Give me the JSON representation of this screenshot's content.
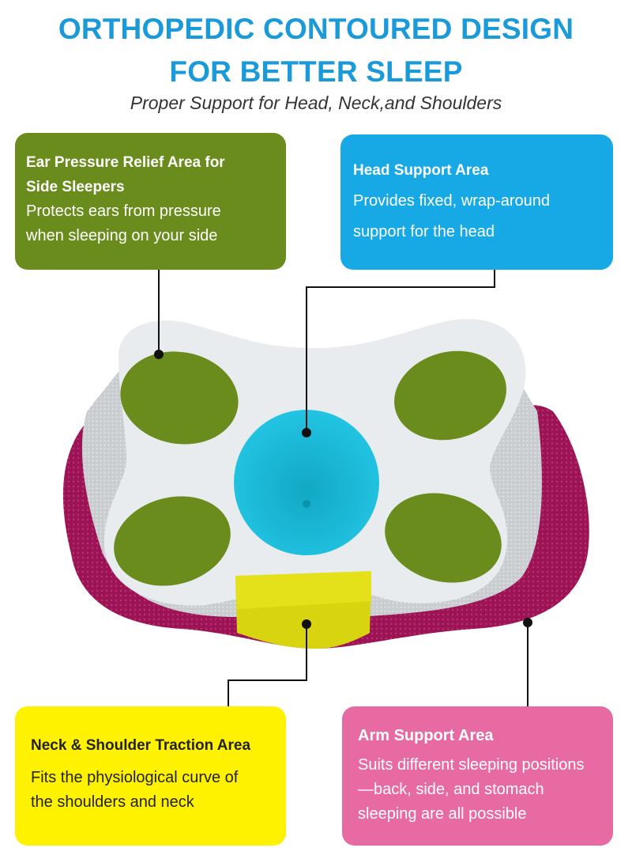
{
  "header": {
    "title_line1": "ORTHOPEDIC CONTOURED DESIGN",
    "title_line2": "FOR BETTER SLEEP",
    "subtitle": "Proper Support for Head, Neck,and Shoulders"
  },
  "callouts": {
    "ear": {
      "heading_line1": "Ear Pressure Relief Area for",
      "heading_line2": "Side Sleepers",
      "desc_line1": "Protects ears from pressure",
      "desc_line2": "when sleeping on your side"
    },
    "head": {
      "heading": "Head Support Area",
      "desc_line1": "Provides fixed, wrap-around",
      "desc_line2": "support for the head"
    },
    "neck": {
      "heading": "Neck & Shoulder Traction Area",
      "desc_line1": "Fits the physiological curve of",
      "desc_line2": "the shoulders and neck"
    },
    "arm": {
      "heading": "Arm Support Area",
      "desc_line1": "Suits different sleeping positions",
      "desc_line2": "—back, side, and stomach",
      "desc_line3": "sleeping are all possible"
    }
  },
  "colors": {
    "title_blue": "#1b9ad9",
    "ear_green": "#6a8c1c",
    "head_blue": "#17a9e6",
    "neck_yellow": "#fff200",
    "arm_pink": "#e86aa2",
    "pillow_magenta": "#9c1456",
    "pillow_white": "#e9ecee"
  }
}
